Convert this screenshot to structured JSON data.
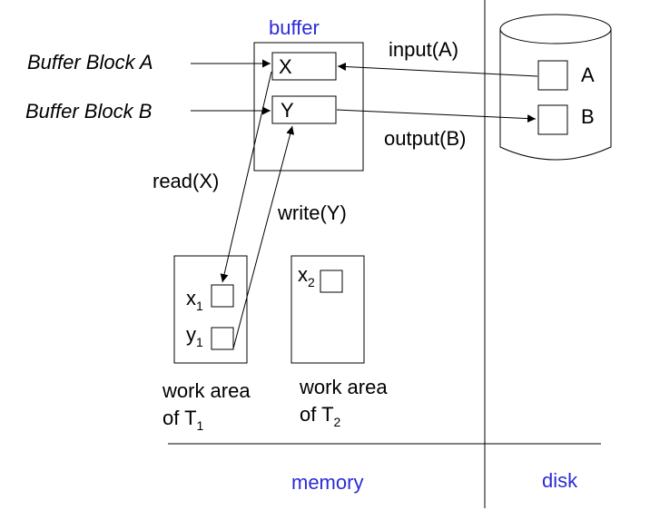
{
  "labels": {
    "buffer_title": "buffer",
    "buffer_block_a": "Buffer Block A",
    "buffer_block_b": "Buffer Block B",
    "block_x": "X",
    "block_y": "Y",
    "input_op": "input(A)",
    "output_op": "output(B)",
    "disk_block_a": "A",
    "disk_block_b": "B",
    "read_op": "read(X)",
    "write_op": "write(Y)",
    "var_x": "x",
    "var_y": "y",
    "sub_1": "1",
    "sub_2": "2",
    "work_area_line1": "work area",
    "work_area_of_t": "of T",
    "memory": "memory",
    "disk": "disk"
  },
  "colors": {
    "accent": "#2b2bd9",
    "stroke": "#000000"
  }
}
